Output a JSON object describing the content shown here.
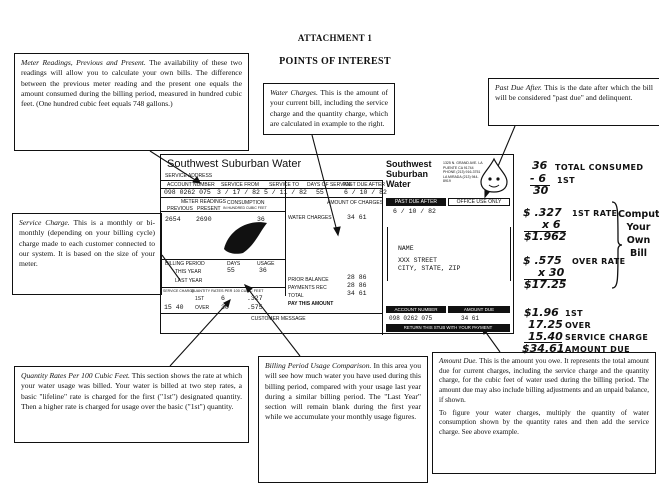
{
  "header": {
    "attachment": "ATTACHMENT 1",
    "title": "POINTS OF INTEREST"
  },
  "callouts": {
    "meter_readings": {
      "heading": "Meter Readings, Previous and Present.",
      "body": "The availability of these two readings will allow you to calculate your own bills. The difference between the previous meter reading and the present one equals the amount consumed during the billing period, measured in hundred cubic feet. (One hundred cubic feet equals 748 gallons.)"
    },
    "water_charges": {
      "heading": "Water Charges.",
      "body": "This is the amount of your current bill, including the service charge and the quantity charge, which are calculated in example to the right."
    },
    "past_due_after": {
      "heading": "Past Due After.",
      "body": "This is the date after which the bill will be considered \"past due\" and delinquent."
    },
    "service_charge": {
      "heading": "Service Charge.",
      "body": "This is a monthly or bi-monthly (depending on your billing cycle) charge made to each customer connected to our system. It is based on the size of your meter."
    },
    "quantity_rates": {
      "heading": "Quantity Rates Per 100 Cubic Feet.",
      "body": "This section shows the rate at which your water usage was billed. Your water is billed at two step rates, a basic \"lifeline\" rate is charged for the first (\"1st\") designated quantity. Then a higher rate is charged for usage over the basic (\"1st\") quantity."
    },
    "billing_period": {
      "heading": "Billing Period Usage Comparison.",
      "body": "In this area you will see how much water you have used during this billing period, compared with your usage last year during a similar billing period. The \"Last Year\" section will remain blank during the first year while we accumulate your monthly usage figures."
    },
    "amount_due": {
      "heading": "Amount Due.",
      "body": "This is the amount you owe. It represents the total amount due for current charges, including the service charge and the quantity charge, for the cubic feet of water used during the billing period. The amount due may also include billing adjustments and an unpaid balance, if shown.",
      "body2": "To figure your water charges, multiply the quantity of water consumption shown by the quantity rates and then add the service charge. See above example."
    }
  },
  "bill": {
    "company": "Southwest Suburban Water",
    "service_address_label": "SERVICE ADDRESS",
    "col_headers": [
      "ACCOUNT NUMBER",
      "SERVICE FROM",
      "SERVICE TO",
      "DAYS OF SERVICE",
      "PAST DUE AFTER"
    ],
    "account_number": "098 0262 075",
    "service_from": "3 / 17 / 82",
    "service_to": "5 / 11 / 82",
    "days_of_service": "55",
    "past_due_after": "6 / 10 / 82",
    "meter_readings_label": "METER READINGS",
    "previous_label": "PREVIOUS",
    "present_label": "PRESENT",
    "consumption_label": "CONSUMPTION",
    "consumption_sub": "IN HUNDRED CUBIC FEET",
    "previous": "2654",
    "present": "2690",
    "consumption": "36",
    "amount_of_charges_label": "AMOUNT OF CHARGES",
    "water_charges_label": "WATER CHARGES",
    "water_charges": "34 61",
    "billing_period_label": "BILLING PERIOD",
    "days_label": "DAYS",
    "usage_label": "USAGE",
    "this_year_label": "THIS YEAR",
    "last_year_label": "LAST YEAR",
    "this_year_days": "55",
    "this_year_usage": "36",
    "service_charge_label": "SERVICE CHARGE",
    "quantity_rates_label": "QUANTITY RATES PER 100 CUBIC FEET",
    "rate_row1": [
      "1ST",
      "6",
      ".327"
    ],
    "rate_row2": [
      "OVER",
      "30",
      ".575"
    ],
    "service_charge": "15 40",
    "prior_balance_label": "PRIOR BALANCE",
    "payments_label": "PAYMENTS REC",
    "total_label": "TOTAL",
    "pay_this_label": "PAY THIS AMOUNT",
    "prior_balance": "28 86",
    "payments": "28 86",
    "total": "34 61",
    "customer_message": "CUSTOMER MESSAGE",
    "stub_company": "Southwest Suburban Water",
    "stub_address": "1325 N. GRAND AVE. LA PUENTE CA 91744 PHONE (213) 916-3751 LA MIRADA (213) 944-8919",
    "stub_past_due_label": "PAST DUE AFTER",
    "stub_office_label": "OFFICE USE ONLY",
    "stub_past_due": "6 / 10 / 82",
    "name": "NAME",
    "street": "XXX STREET",
    "city": "CITY, STATE, ZIP",
    "stub_account_label": "ACCOUNT NUMBER",
    "stub_amount_label": "AMOUNT DUE",
    "stub_account": "098 0262 075",
    "stub_amount": "34 61",
    "return_label": "RETURN THIS STUB WITH YOUR PAYMENT"
  },
  "calc": {
    "consumed_total": "36",
    "consumed_total_label": "TOTAL CONSUMED",
    "minus_first": "- 6",
    "first_label": "1ST",
    "over_qty": "30",
    "rate1": "$ .327",
    "rate1_label": "1ST RATE",
    "rate1_mult": "x 6",
    "rate1_result": "$1.962",
    "rate2": "$ .575",
    "rate2_label": "OVER RATE",
    "rate2_mult": "x 30",
    "rate2_result": "$17.25",
    "sum": [
      {
        "value": "$1.96",
        "label": "1ST"
      },
      {
        "value": "17.25",
        "label": "OVER"
      },
      {
        "value": "15.40",
        "label": "SERVICE CHARGE"
      },
      {
        "value": "$34.61",
        "label": "AMOUNT DUE"
      }
    ],
    "compute_note": "Compute Your Own Bill"
  }
}
